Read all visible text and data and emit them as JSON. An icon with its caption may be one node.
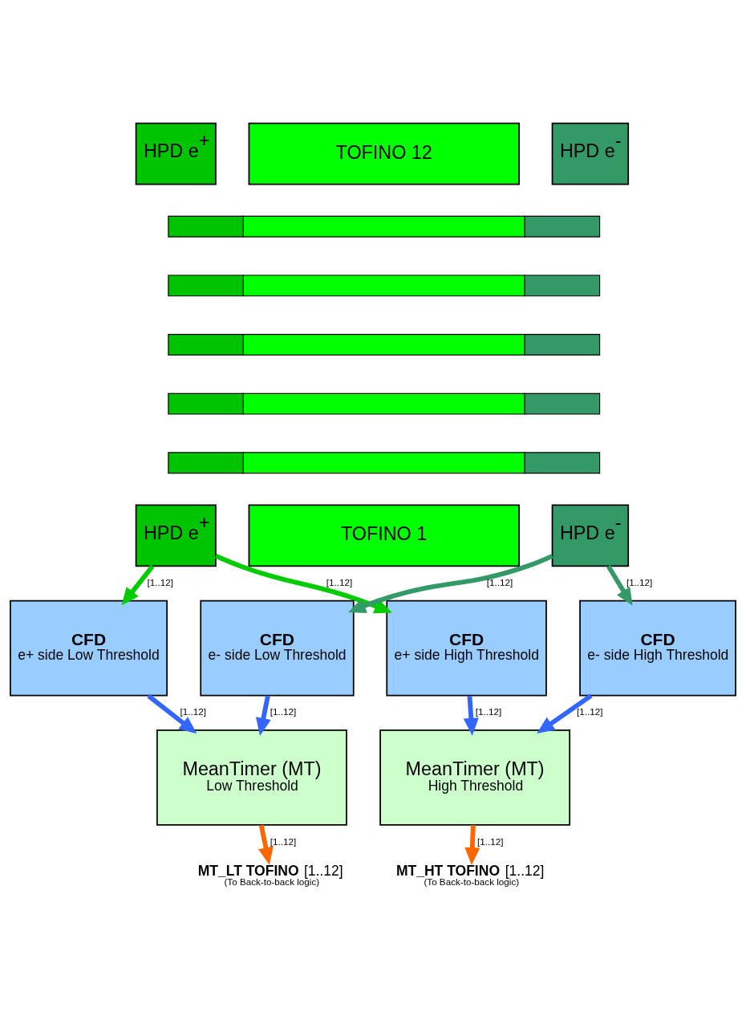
{
  "diagram": {
    "nodes": [
      {
        "text": [
          "HPD e$^{+}$"
        ]
      },
      {
        "text": [
          "TOFINO 12"
        ]
      },
      {
        "text": [
          "HPD e$^{-}$"
        ]
      },
      {
        "text": [],
        "shape": "box"
      },
      {
        "text": [],
        "shape": "box"
      },
      {
        "text": [],
        "shape": "box"
      },
      {
        "text": [],
        "shape": "box"
      },
      {
        "text": [],
        "shape": "box"
      },
      {
        "text": [
          "HPD e$^{+}$"
        ]
      },
      {
        "text": [
          "TOFINO 1"
        ]
      },
      {
        "text": [
          "HPD e$^{-}$"
        ]
      },
      {
        "text": [
          "CFD",
          "e+ side Low Threshold"
        ]
      },
      {
        "text": [
          "CFD",
          "e- side Low Threshold"
        ]
      },
      {
        "text": [
          "CFD",
          "e+ side High Threshold"
        ]
      },
      {
        "text": [
          "CFD",
          "e- side High Threshold"
        ]
      },
      {
        "text": [
          "MeanTimer (MT)",
          "Low Threshold"
        ]
      },
      {
        "text": [
          "MeanTimer (MT)",
          "High Threshold"
        ]
      },
      {
        "text": [
          "**MT_LT TOFINO** [1..12]",
          "(To Back-to-back logic)"
        ]
      },
      {
        "text": [
          "**MT_HT TOFINO** [1..12]",
          "(To Back-to-back logic)"
        ]
      }
    ],
    "edges": [
      {
        "from": 8,
        "to": 11,
        "arrow": "to",
        "label": "[1..12]",
        "color": "#00cc00"
      },
      {
        "from": 8,
        "to": 13,
        "arrow": "to",
        "label": "[1..12]",
        "color": "#00cc00"
      },
      {
        "from": 10,
        "to": 12,
        "arrow": "to",
        "label": "[1..12]",
        "color": "#339966"
      },
      {
        "from": 10,
        "to": 14,
        "arrow": "to",
        "label": "[1..12]",
        "color": "#339966"
      },
      {
        "from": 11,
        "to": 15,
        "arrow": "to",
        "label": "[1..12]"
      },
      {
        "from": 12,
        "to": 15,
        "arrow": "to",
        "label": "[1..12]"
      },
      {
        "from": 13,
        "to": 16,
        "arrow": "to",
        "label": "[1..12]"
      },
      {
        "from": 14,
        "to": 16,
        "arrow": "to",
        "label": "[1..12]"
      },
      {
        "from": 15,
        "to": 17,
        "arrow": "to",
        "label": "[1..12]",
        "color": "#ff6600"
      },
      {
        "from": 16,
        "to": 18,
        "arrow": "to",
        "label": "[1..12]",
        "color": "#ff6600"
      }
    ]
  }
}
